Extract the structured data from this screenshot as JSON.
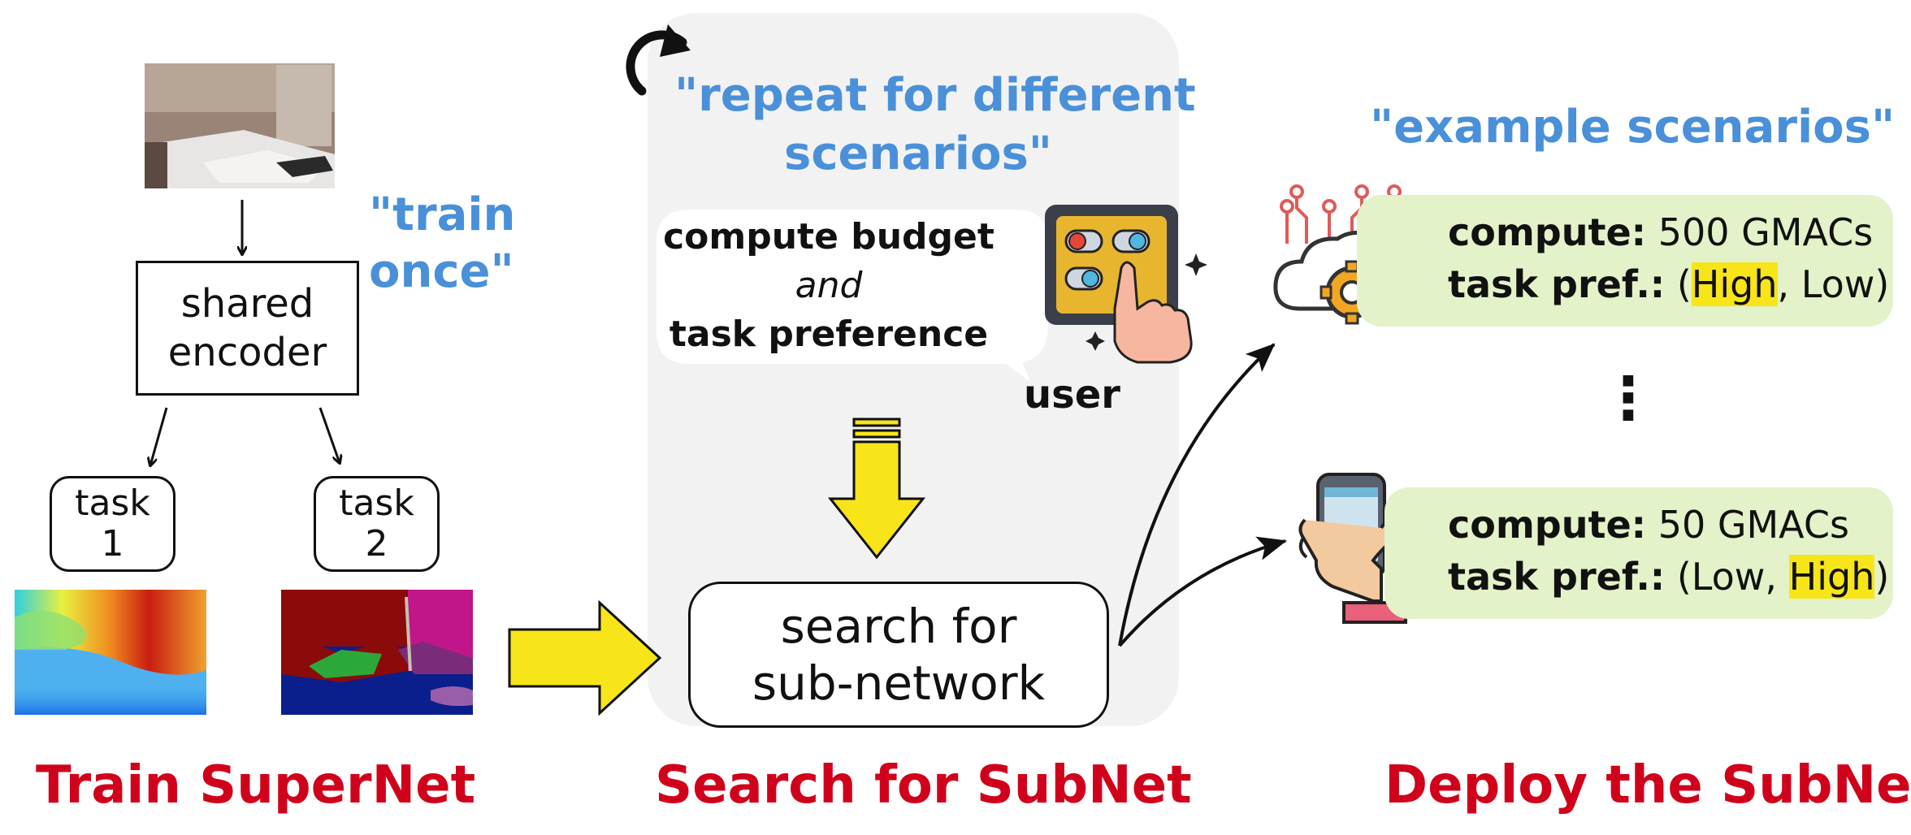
{
  "train": {
    "heading": "Train SuperNet",
    "note_line1": "\"train",
    "note_line2": "once\"",
    "encoder_line1": "shared",
    "encoder_line2": "encoder",
    "task1_line1": "task",
    "task1_line2": "1",
    "task2_line1": "task",
    "task2_line2": "2"
  },
  "search": {
    "heading": "Search for SubNet",
    "repeat_line1": "\"repeat for different",
    "repeat_line2": "scenarios\"",
    "bubble_line1": "compute budget",
    "bubble_line2": "and",
    "bubble_line3": "task preference",
    "user_label": "user",
    "box_line1": "search for",
    "box_line2": "sub-network"
  },
  "deploy": {
    "heading": "Deploy the SubNet",
    "examples_label": "\"example scenarios\"",
    "ellipsis": "⋮",
    "scenario1": {
      "compute_label": "compute:",
      "compute_value": "500 GMACs",
      "pref_label": "task pref.:",
      "pref_open": "(",
      "pref_first": "High",
      "pref_sep": ", ",
      "pref_second": "Low",
      "pref_close": ")"
    },
    "scenario2": {
      "compute_label": "compute:",
      "compute_value": "50 GMACs",
      "pref_label": "task pref.:",
      "pref_open": "(",
      "pref_first": "Low",
      "pref_sep": ", ",
      "pref_second": "High",
      "pref_close": ")"
    }
  },
  "colors": {
    "heading_red": "#d0021b",
    "note_blue": "#4a90d9",
    "arrow_yellow": "#f7e51a",
    "scenario_green": "#e3f2c8",
    "panel_gray": "#f2f2f2"
  }
}
